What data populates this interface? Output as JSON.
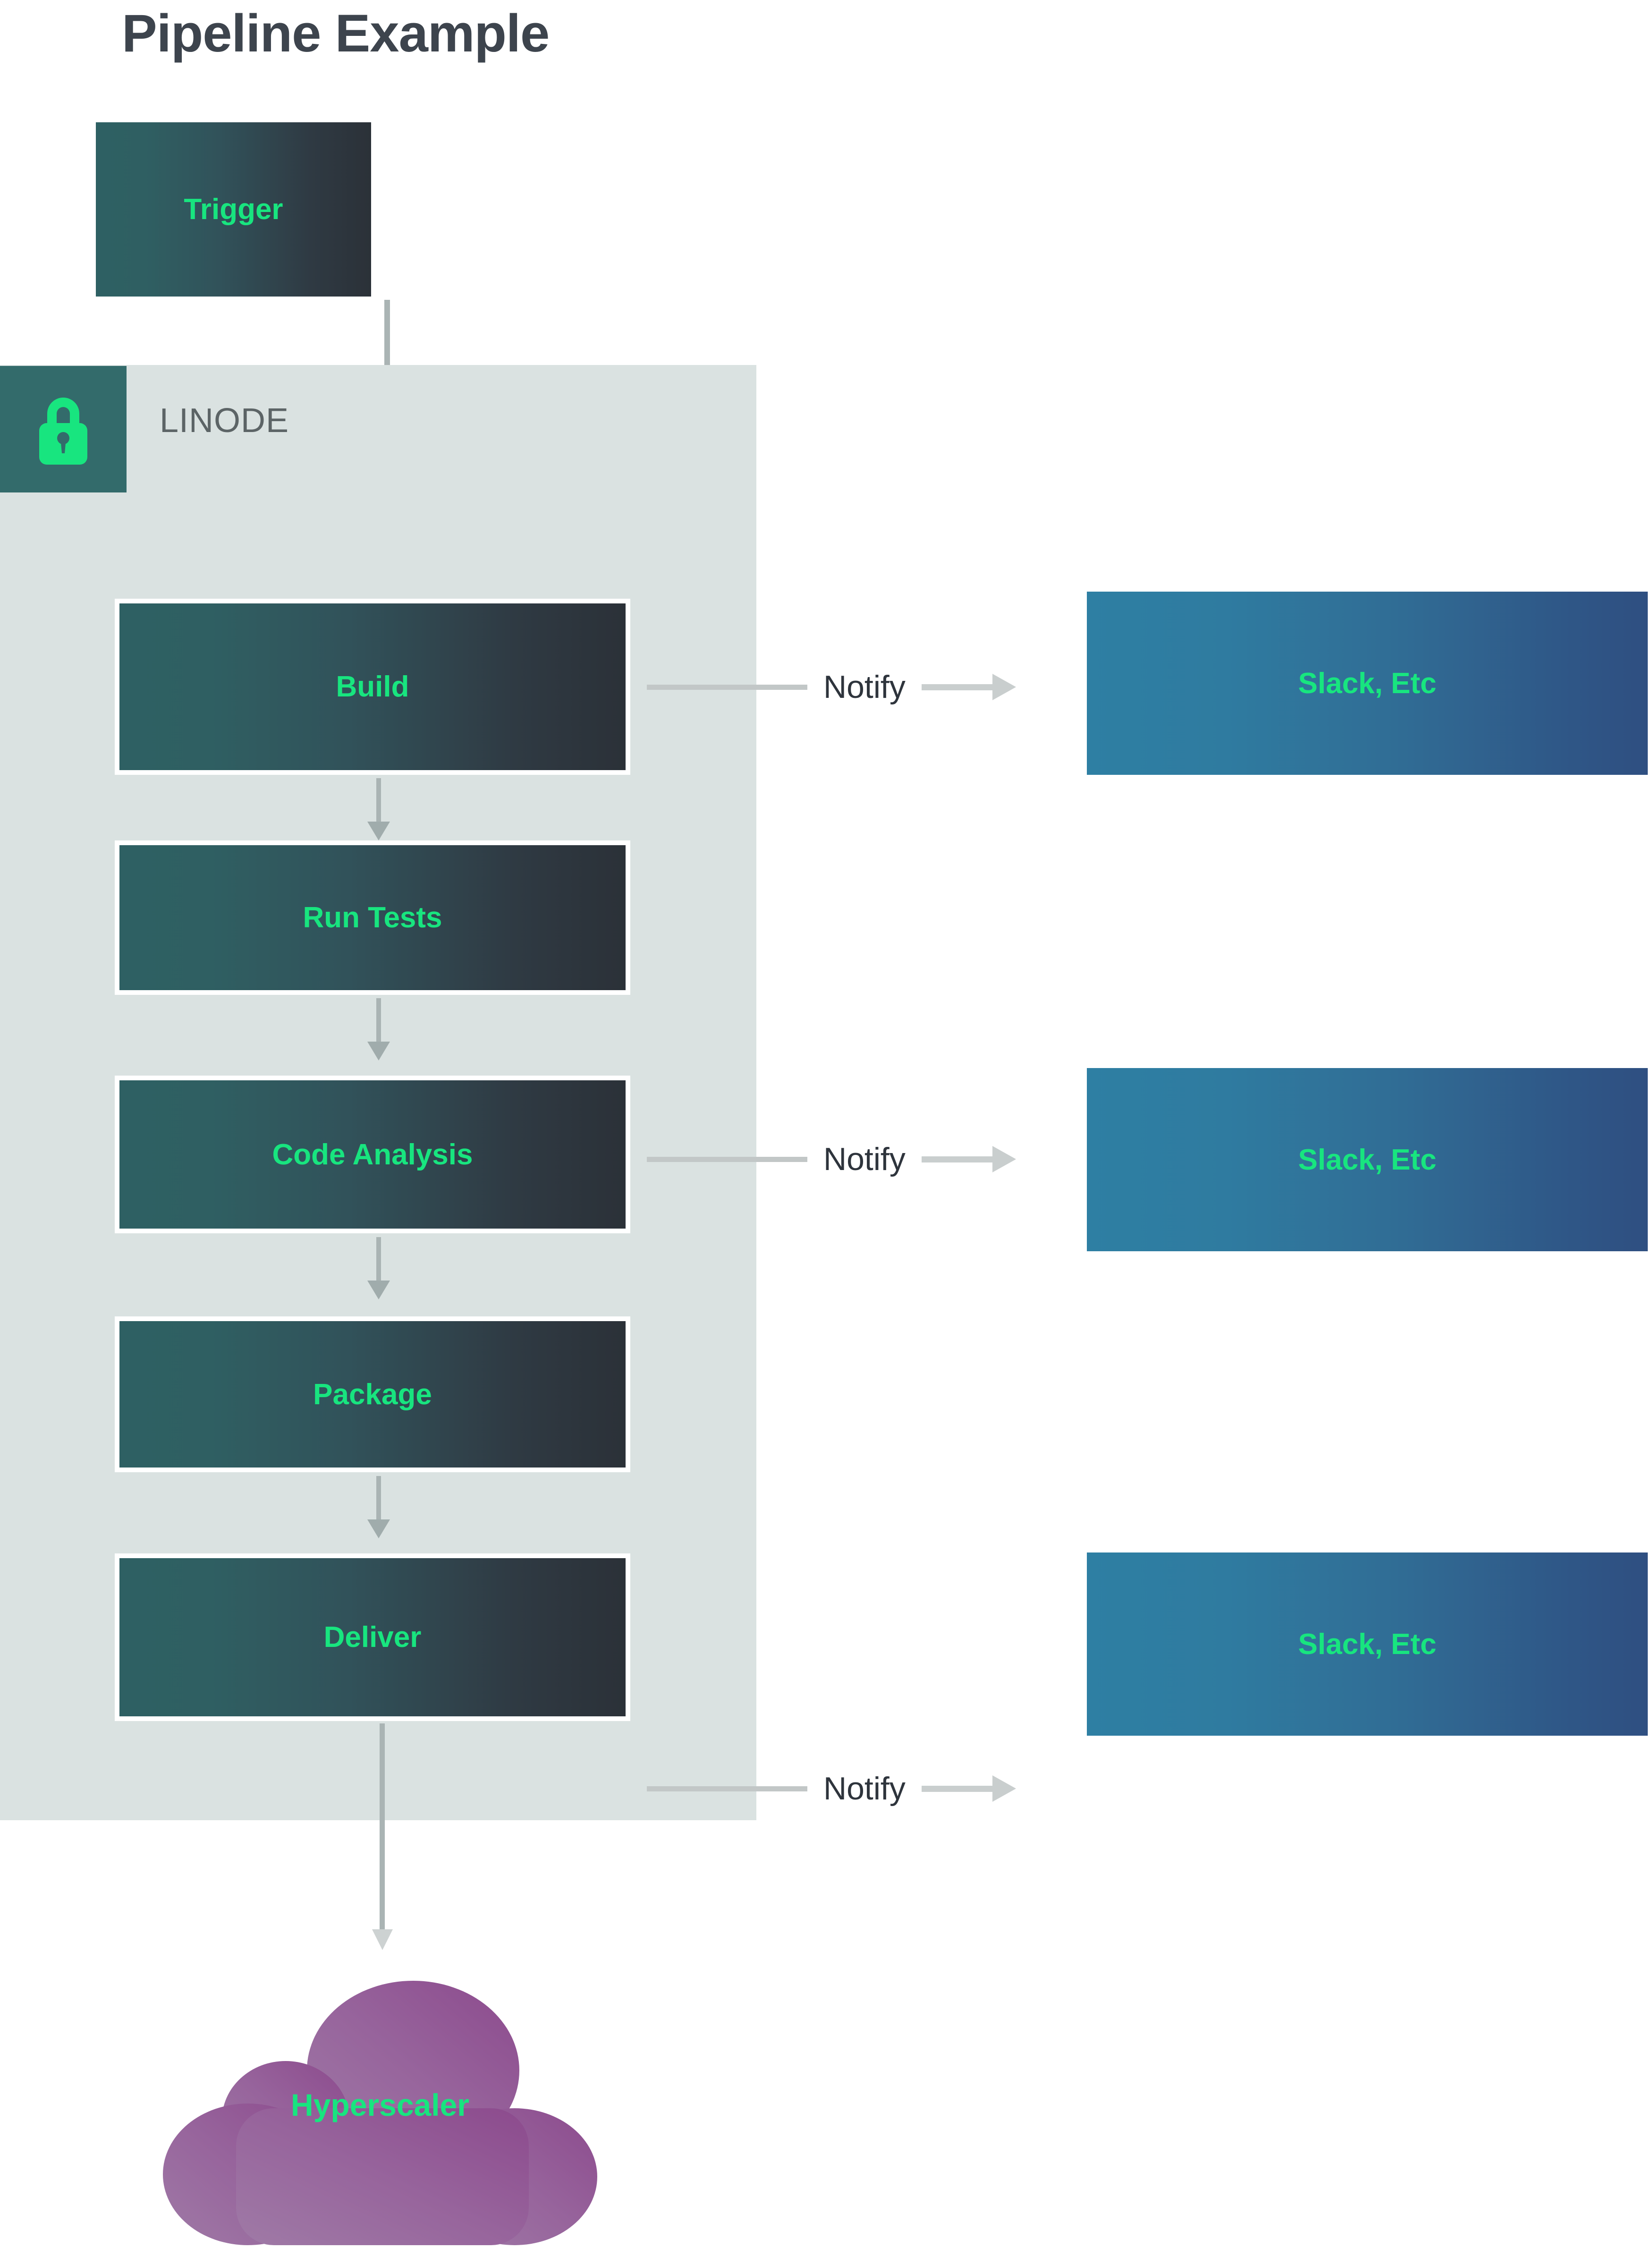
{
  "title": "Pipeline Example",
  "theme": {
    "accent_green": "#18e57f",
    "title_color": "#3d444d",
    "container_bg": "#dae2e1",
    "badge_bg": "#336b6b",
    "stage_gradient_from": "#2e6063",
    "stage_gradient_to": "#2b3138",
    "slack_gradient_from": "#2e7fa3",
    "slack_gradient_to": "#2f4f81",
    "cloud_color_from": "#9a6fa0",
    "cloud_color_to": "#8f4a8c",
    "arrow_color": "#aab4b4"
  },
  "trigger": {
    "label": "Trigger"
  },
  "container": {
    "label": "LINODE",
    "icon": "lock-icon"
  },
  "stages": [
    {
      "label": "Build",
      "notify": true
    },
    {
      "label": "Run Tests",
      "notify": false
    },
    {
      "label": "Code Analysis",
      "notify": true
    },
    {
      "label": "Package",
      "notify": false
    },
    {
      "label": "Deliver",
      "notify": true
    }
  ],
  "notify": {
    "label": "Notify",
    "target_label": "Slack, Etc"
  },
  "notifications": [
    {
      "label": "Notify",
      "target": "Slack, Etc"
    },
    {
      "label": "Notify",
      "target": "Slack, Etc"
    },
    {
      "label": "Notify",
      "target": "Slack, Etc"
    }
  ],
  "cloud": {
    "label": "Hyperscaler"
  }
}
